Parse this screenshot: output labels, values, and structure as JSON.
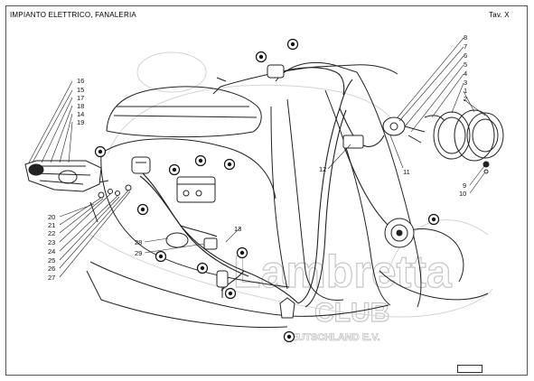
{
  "header": {
    "title": "IMPIANTO ELETTRICO, FANALERIA",
    "plate": "Tav.  X"
  },
  "watermark": {
    "line1": "Lambretta",
    "line2": "CLUB",
    "line3": "DEUTSCHLAND E.V."
  },
  "callouts": {
    "n1": "1",
    "n2": "2",
    "n3": "3",
    "n4": "4",
    "n5": "5",
    "n6": "6",
    "n7": "7",
    "n8": "8",
    "n9": "9",
    "n10": "10",
    "n11": "11",
    "n12": "12",
    "n13": "13",
    "n14": "14",
    "n15": "15",
    "n16": "16",
    "n17": "17",
    "n18": "18",
    "n19": "19",
    "n20": "20",
    "n21": "21",
    "n22": "22",
    "n23": "23",
    "n24": "24",
    "n25": "25",
    "n26": "26",
    "n27": "27",
    "n28": "28",
    "n29": "29"
  },
  "colors": {
    "line": "#222222",
    "watermark": "#c8c8c8",
    "marker": "#111111"
  }
}
